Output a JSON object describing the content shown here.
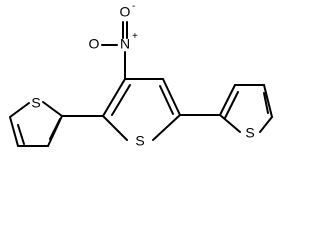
{
  "molecule": {
    "atoms": {
      "sulfur_left": "S",
      "sulfur_center": "S",
      "sulfur_right": "S",
      "nitro_nitrogen": "N",
      "nitro_oxygen_top": "O",
      "nitro_oxygen_left": "O"
    },
    "charges": {
      "nitrogen": "+",
      "oxygen_top": "-"
    }
  }
}
